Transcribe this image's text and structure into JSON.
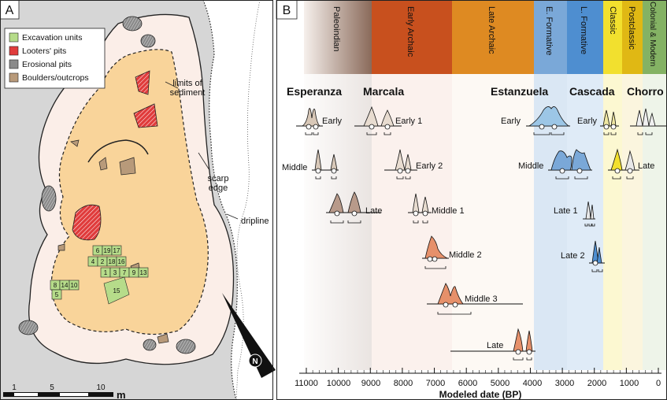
{
  "panel_a": {
    "letter": "A",
    "legend": [
      {
        "label": "Excavation units",
        "color": "#b6dc8a"
      },
      {
        "label": "Looters' pits",
        "color": "#e03c3c"
      },
      {
        "label": "Erosional pits",
        "color": "#8a8a8a"
      },
      {
        "label": "Boulders/outcrops",
        "color": "#b89a7a"
      }
    ],
    "labels": {
      "limits_1": "limits of",
      "limits_2": "sediment",
      "scarp_1": "scarp",
      "scarp_2": "edge",
      "dripline": "dripline"
    },
    "units_grid": [
      "6",
      "19",
      "17",
      "4",
      "2",
      "18",
      "16",
      "1",
      "3",
      "7",
      "9",
      "13"
    ],
    "units_left": [
      "8",
      "14",
      "10",
      "5"
    ],
    "unit_15": "15",
    "scale": {
      "ticks": [
        "1",
        "5",
        "10"
      ],
      "unit": "m"
    },
    "north_label": "N",
    "colors": {
      "sediment": "#f9d49a",
      "floor": "#fbeee8",
      "rock": "#d6d6d6"
    }
  },
  "panel_b": {
    "letter": "B",
    "periods": [
      {
        "name": "Paleoindian",
        "color": "#8a6a5a"
      },
      {
        "name": "Early Archaic",
        "color": "#c8501e"
      },
      {
        "name": "Late Archaic",
        "color": "#de8a22"
      },
      {
        "name": "E. Formative",
        "color": "#7aa8d8"
      },
      {
        "name": "L. Formative",
        "color": "#4e8ed0"
      },
      {
        "name": "Classic",
        "color": "#f2e02e"
      },
      {
        "name": "Postclassic",
        "color": "#e0b814"
      },
      {
        "name": "Colonial & Modern",
        "color": "#84b264"
      }
    ],
    "sites": [
      "Esperanza",
      "Marcala",
      "Estanzuela",
      "Cascada",
      "Chorro"
    ],
    "phase_labels": {
      "esp_early": "Early",
      "esp_middle": "Middle",
      "esp_late": "Late",
      "mar_e1": "Early 1",
      "mar_e2": "Early 2",
      "mar_m1": "Middle 1",
      "mar_m2": "Middle 2",
      "mar_m3": "Middle 3",
      "mar_late": "Late",
      "est_early": "Early",
      "est_middle": "Middle",
      "cas_early": "Early",
      "cas_l1": "Late 1",
      "cas_l2": "Late 2",
      "cho_late": "Late"
    },
    "axis": {
      "ticks": [
        "11000",
        "10000",
        "9000",
        "8000",
        "7000",
        "6000",
        "5000",
        "4000",
        "3000",
        "2000",
        "1000",
        "0"
      ],
      "label": "Modeled date (BP)"
    }
  }
}
